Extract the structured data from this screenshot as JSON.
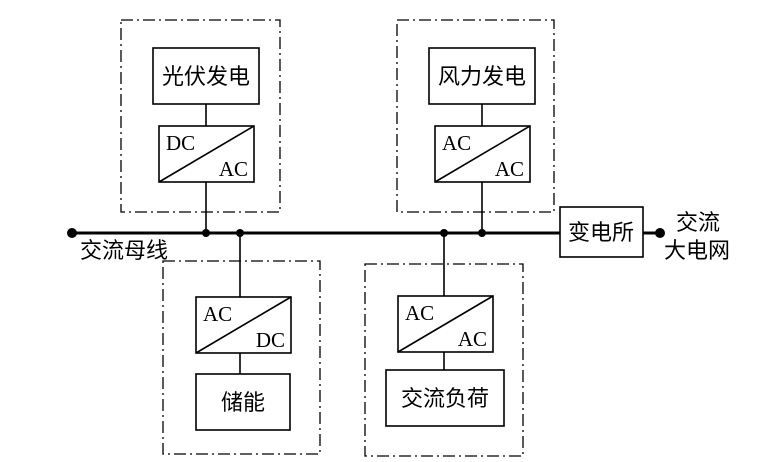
{
  "bus": {
    "label": "交流母线"
  },
  "pv": {
    "source": "光伏发电",
    "converter_top": "DC",
    "converter_bottom": "AC"
  },
  "wind": {
    "source": "风力发电",
    "converter_top": "AC",
    "converter_bottom": "AC"
  },
  "storage": {
    "converter_top": "AC",
    "converter_bottom": "DC",
    "device": "储能"
  },
  "load": {
    "converter_top": "AC",
    "converter_bottom": "AC",
    "device": "交流负荷"
  },
  "substation": {
    "label": "变电所"
  },
  "grid": {
    "line1": "交流",
    "line2": "大电网"
  }
}
